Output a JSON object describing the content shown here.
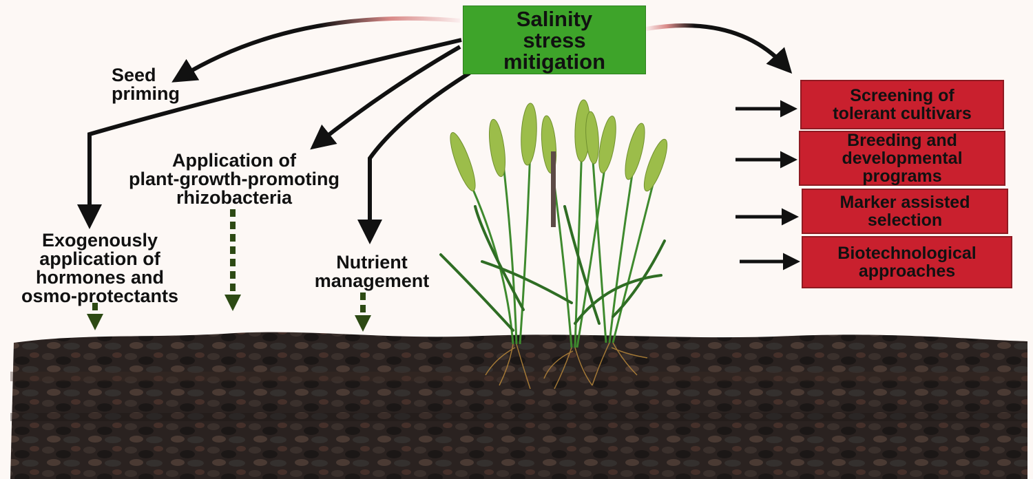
{
  "hub": {
    "lines": [
      "Salinity",
      "stress",
      "mitigation"
    ]
  },
  "strategies": {
    "seed_priming": [
      "Seed",
      "priming"
    ],
    "pgpr": [
      "Application of",
      "plant-growth-promoting",
      "rhizobacteria"
    ],
    "exogenous": [
      "Exogenously",
      "application of",
      "hormones and",
      "osmo-protectants"
    ],
    "nutrient": [
      "Nutrient",
      "management"
    ]
  },
  "genetic_approaches": [
    {
      "lines": [
        "Screening of",
        "tolerant cultivars"
      ]
    },
    {
      "lines": [
        "Breeding and",
        "developmental",
        "programs"
      ]
    },
    {
      "lines": [
        "Marker assisted",
        "selection"
      ]
    },
    {
      "lines": [
        "Biotechnological",
        "approaches"
      ]
    }
  ],
  "colors": {
    "background": "#fdf8f5",
    "hub_fill": "#3ea42a",
    "approach_box_fill": "#c9202e",
    "arrow": "#111111",
    "dashed_arrow": "#2d4a14",
    "soil": "#2a2220",
    "plant": "#3e8a2e",
    "wheat_head": "#9cbd4a"
  },
  "icons": {
    "plant": "wheat-plant-icon",
    "soil": "soil-icon",
    "roots": "roots-icon"
  }
}
